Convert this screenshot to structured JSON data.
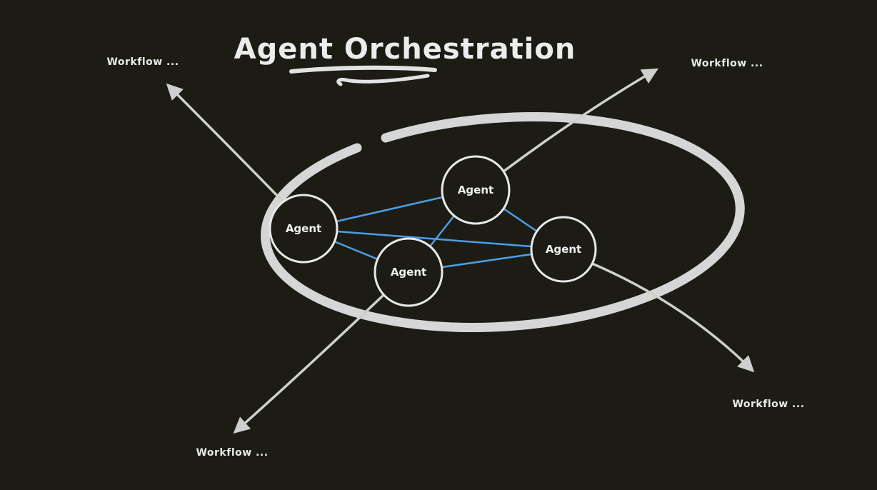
{
  "title": "Agent Orchestration",
  "nodes": [
    {
      "id": "agent-left",
      "label": "Agent"
    },
    {
      "id": "agent-top",
      "label": "Agent"
    },
    {
      "id": "agent-bottom",
      "label": "Agent"
    },
    {
      "id": "agent-right",
      "label": "Agent"
    }
  ],
  "edges": [
    {
      "from": "agent-left",
      "to": "agent-top"
    },
    {
      "from": "agent-left",
      "to": "agent-right"
    },
    {
      "from": "agent-left",
      "to": "agent-bottom"
    },
    {
      "from": "agent-bottom",
      "to": "agent-top"
    },
    {
      "from": "agent-bottom",
      "to": "agent-right"
    },
    {
      "from": "agent-top",
      "to": "agent-right"
    }
  ],
  "workflow_labels": {
    "top_left": "Workflow ...",
    "top_right": "Workflow ...",
    "bottom_left": "Workflow ...",
    "bottom_right": "Workflow ..."
  },
  "colors": {
    "background": "#1c1c14",
    "shape_stroke": "#d6d6d6",
    "node_stroke": "#e8e8e8",
    "arrow_stroke": "#cfcfcf",
    "edge_blue": "#4d9ee8",
    "text": "#f0f0f0"
  }
}
